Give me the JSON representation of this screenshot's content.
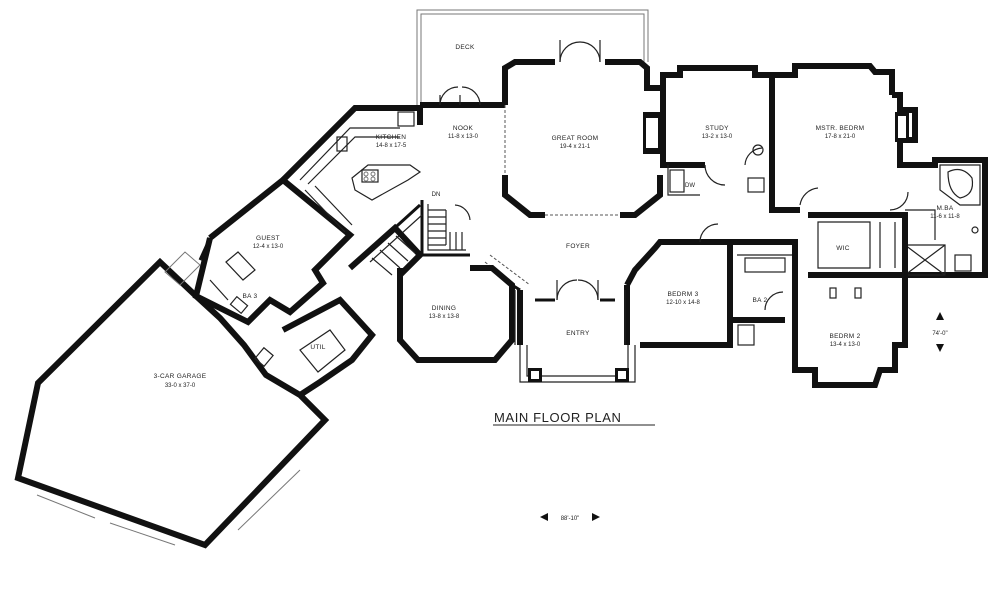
{
  "plan": {
    "title": "MAIN FLOOR PLAN",
    "overall_width": "88'-10\"",
    "overall_depth": "74'-0\""
  },
  "rooms": {
    "deck": {
      "name": "DECK"
    },
    "kitchen": {
      "name": "KITCHEN",
      "size": "14-8 x 17-5"
    },
    "nook": {
      "name": "NOOK",
      "size": "11-8 x 13-0"
    },
    "great_room": {
      "name": "GREAT ROOM",
      "size": "19-4 x 21-1"
    },
    "study": {
      "name": "STUDY",
      "size": "13-2 x 13-0"
    },
    "master_bedroom": {
      "name": "MSTR. BEDRM",
      "size": "17-8 x 21-0"
    },
    "master_bath": {
      "name": "M.BA",
      "size": "11-6 x 11-8"
    },
    "guest": {
      "name": "GUEST",
      "size": "12-4 x 13-0"
    },
    "bath_3": {
      "name": "BA 3"
    },
    "util": {
      "name": "UTIL"
    },
    "dining": {
      "name": "DINING",
      "size": "13-8 x 13-8"
    },
    "foyer": {
      "name": "FOYER"
    },
    "entry": {
      "name": "ENTRY"
    },
    "bedroom_3": {
      "name": "BEDRM 3",
      "size": "12-10 x 14-8"
    },
    "bath_2": {
      "name": "BA 2"
    },
    "bedroom_2": {
      "name": "BEDRM 2",
      "size": "13-4 x 13-0"
    },
    "garage": {
      "name": "3-CAR GARAGE",
      "size": "33-0 x 37-0"
    },
    "walk_in_closet": {
      "name": "WIC"
    },
    "stair_down": {
      "name": "DN"
    },
    "dw": {
      "name": "DW"
    }
  }
}
